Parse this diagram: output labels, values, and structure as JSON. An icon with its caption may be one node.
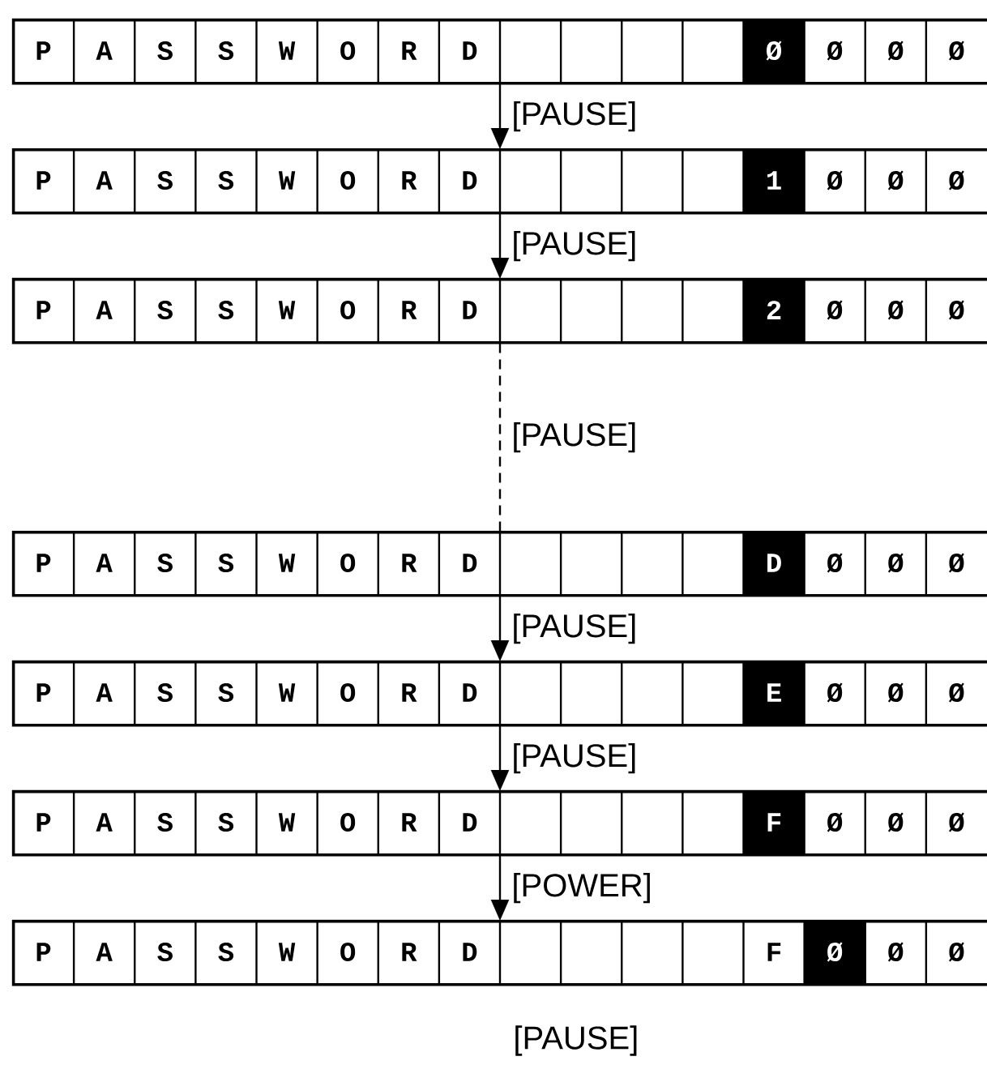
{
  "diagram": {
    "nodes": [
      {
        "text": [
          "P",
          "A",
          "S",
          "S",
          "W",
          "O",
          "R",
          "D",
          "Ø",
          "Ø",
          "Ø",
          "Ø"
        ]
      },
      {
        "text": [
          "P",
          "A",
          "S",
          "S",
          "W",
          "O",
          "R",
          "D",
          "1",
          "Ø",
          "Ø",
          "Ø"
        ]
      },
      {
        "text": [
          "P",
          "A",
          "S",
          "S",
          "W",
          "O",
          "R",
          "D",
          "2",
          "Ø",
          "Ø",
          "Ø"
        ]
      },
      {
        "text": [
          "P",
          "A",
          "S",
          "S",
          "W",
          "O",
          "R",
          "D",
          "D",
          "Ø",
          "Ø",
          "Ø"
        ]
      },
      {
        "text": [
          "P",
          "A",
          "S",
          "S",
          "W",
          "O",
          "R",
          "D",
          "E",
          "Ø",
          "Ø",
          "Ø"
        ]
      },
      {
        "text": [
          "P",
          "A",
          "S",
          "S",
          "W",
          "O",
          "R",
          "D",
          "F",
          "Ø",
          "Ø",
          "Ø"
        ]
      },
      {
        "text": [
          "P",
          "A",
          "S",
          "S",
          "W",
          "O",
          "R",
          "D",
          "F",
          "Ø",
          "Ø",
          "Ø"
        ]
      }
    ],
    "edges": [
      {
        "from": 0,
        "to": 1,
        "arrow": "to",
        "label": "[PAUSE]"
      },
      {
        "from": 1,
        "to": 2,
        "arrow": "to",
        "label": "[PAUSE]"
      },
      {
        "from": 2,
        "to": 3,
        "arrow": "none",
        "style": "dashed",
        "label": "[PAUSE]"
      },
      {
        "from": 3,
        "to": 4,
        "arrow": "to",
        "label": "[PAUSE]"
      },
      {
        "from": 4,
        "to": 5,
        "arrow": "to",
        "label": "[PAUSE]"
      },
      {
        "from": 5,
        "to": 6,
        "arrow": "to",
        "label": "[POWER]"
      }
    ],
    "labels": [
      "[PAUSE]"
    ]
  }
}
